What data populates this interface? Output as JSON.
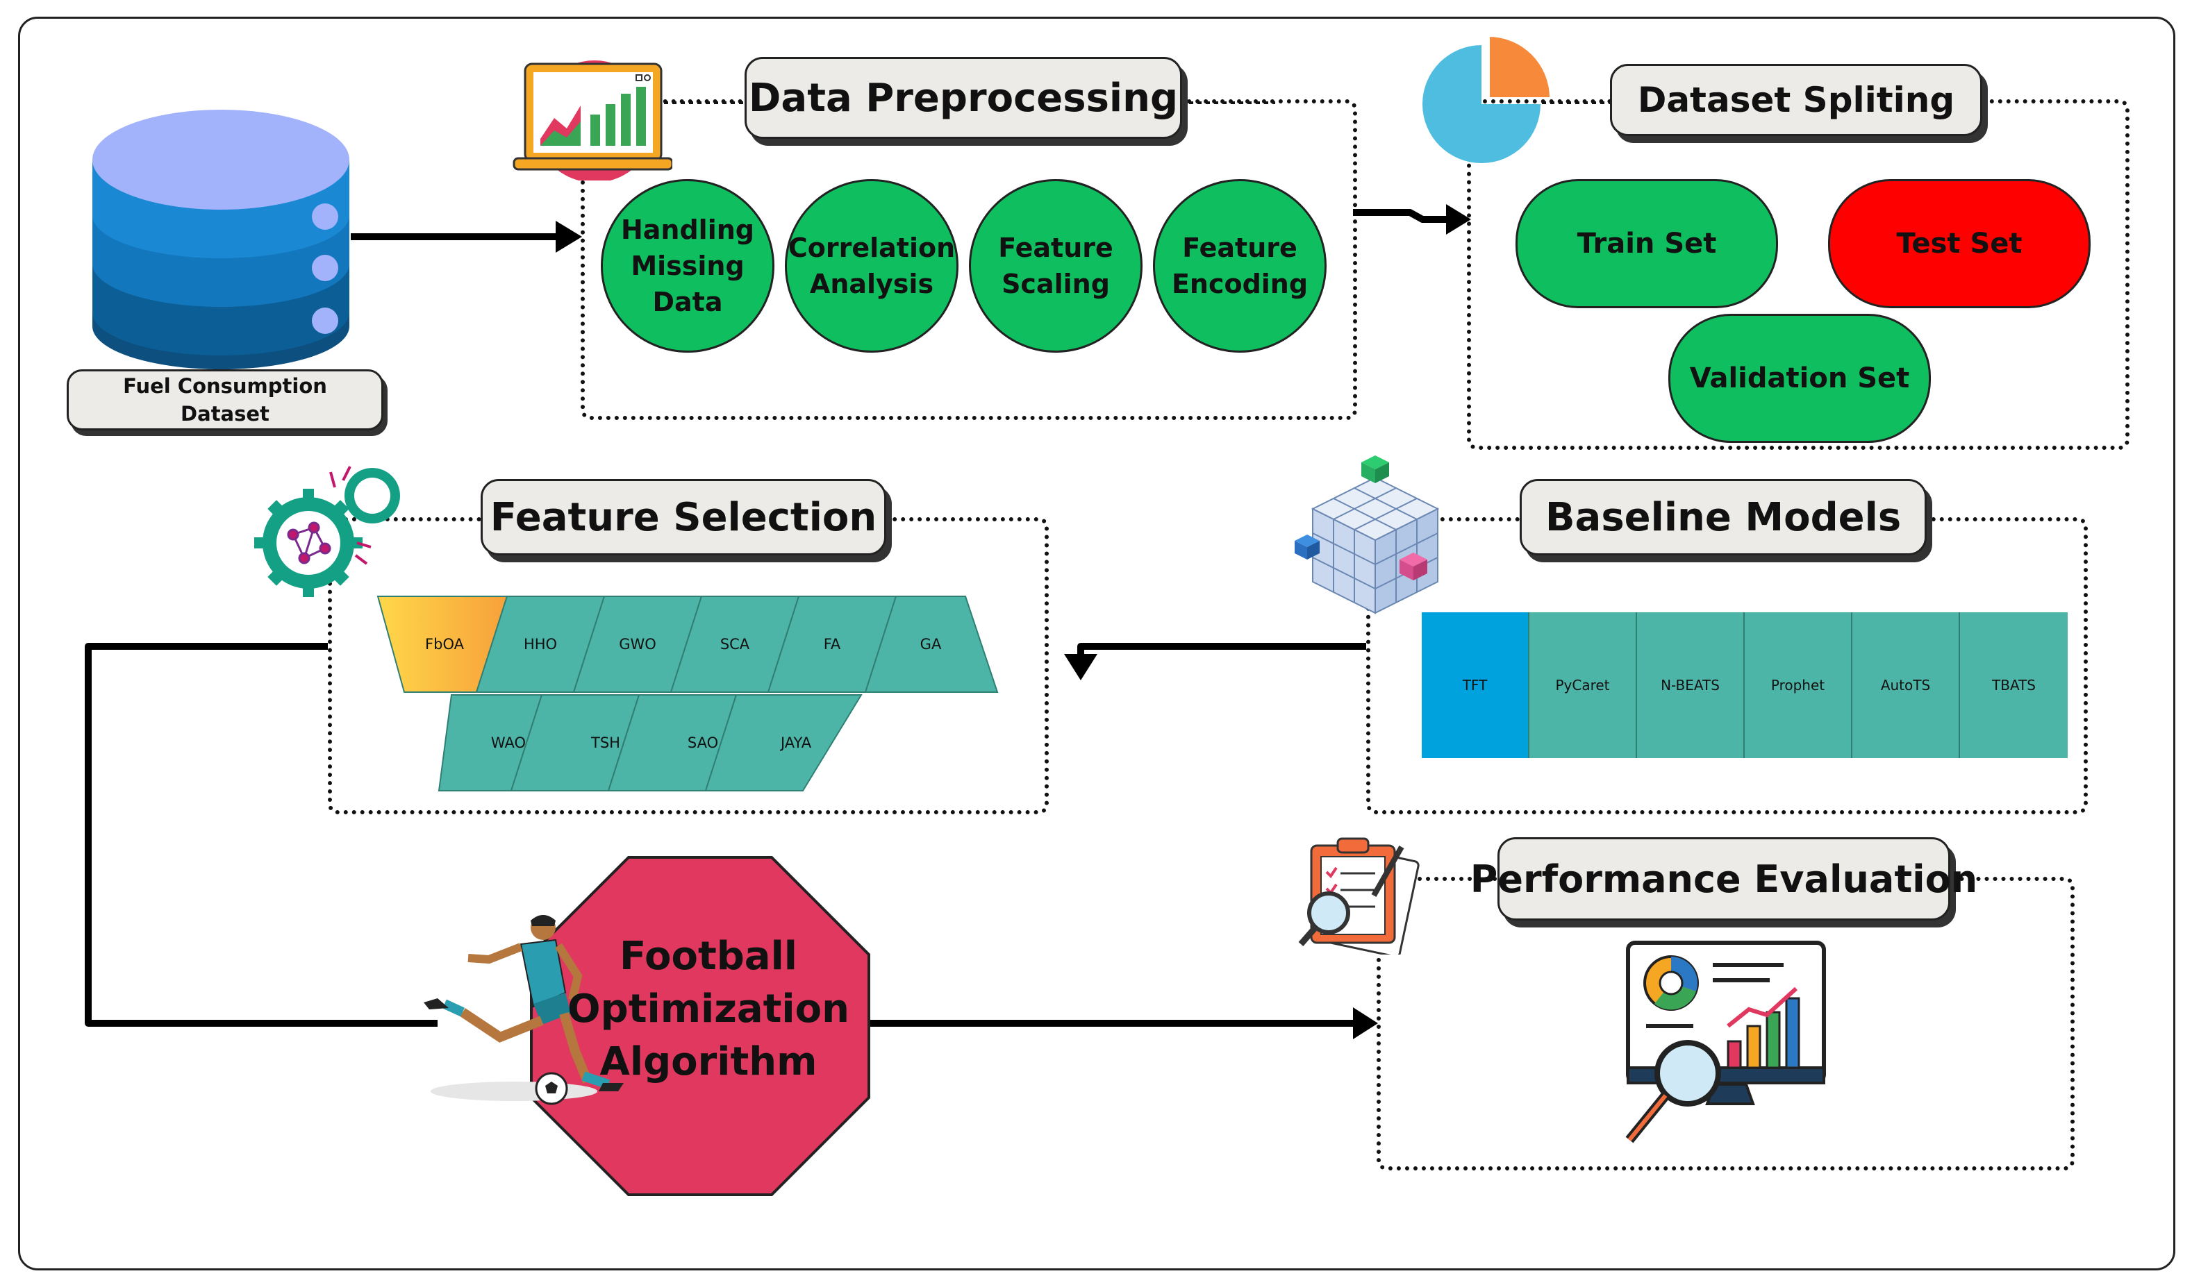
{
  "dataset": {
    "label": "Fuel Consumption\nDataset"
  },
  "preprocessing": {
    "title": "Data Preprocessing",
    "steps": [
      "Handling\nMissing\nData",
      "Correlation\nAnalysis",
      "Feature\nScaling",
      "Feature\nEncoding"
    ]
  },
  "splitting": {
    "title": "Dataset Spliting",
    "train": "Train Set",
    "test": "Test Set",
    "validation": "Validation Set"
  },
  "feature_selection": {
    "title": "Feature Selection",
    "row1": [
      "FbOA",
      "HHO",
      "GWO",
      "SCA",
      "FA",
      "GA"
    ],
    "row2": [
      "WAO",
      "TSH",
      "SAO",
      "JAYA"
    ]
  },
  "baseline": {
    "title": "Baseline Models",
    "models": [
      "TFT",
      "PyCaret",
      "N-BEATS",
      "Prophet",
      "AutoTS",
      "TBATS"
    ]
  },
  "football": {
    "label": "Football\nOptimization\nAlgorithm"
  },
  "performance": {
    "title": "Performance Evaluation"
  },
  "icons": {
    "database": "database-icon",
    "laptop_chart": "laptop-chart-icon",
    "pie_chart": "pie-chart-icon",
    "gears": "gears-network-icon",
    "cube": "cube-blocks-icon",
    "clipboard": "clipboard-magnifier-icon",
    "dashboard": "dashboard-analytics-icon",
    "player": "football-player-icon"
  },
  "colors": {
    "green": "#0fbf5f",
    "red": "#ff0000",
    "teal": "#4db5a8",
    "blue": "#00a2dd",
    "octagon": "#e0385e",
    "orange_gradient_start": "#ffd84a",
    "orange_gradient_end": "#f7a13a"
  }
}
